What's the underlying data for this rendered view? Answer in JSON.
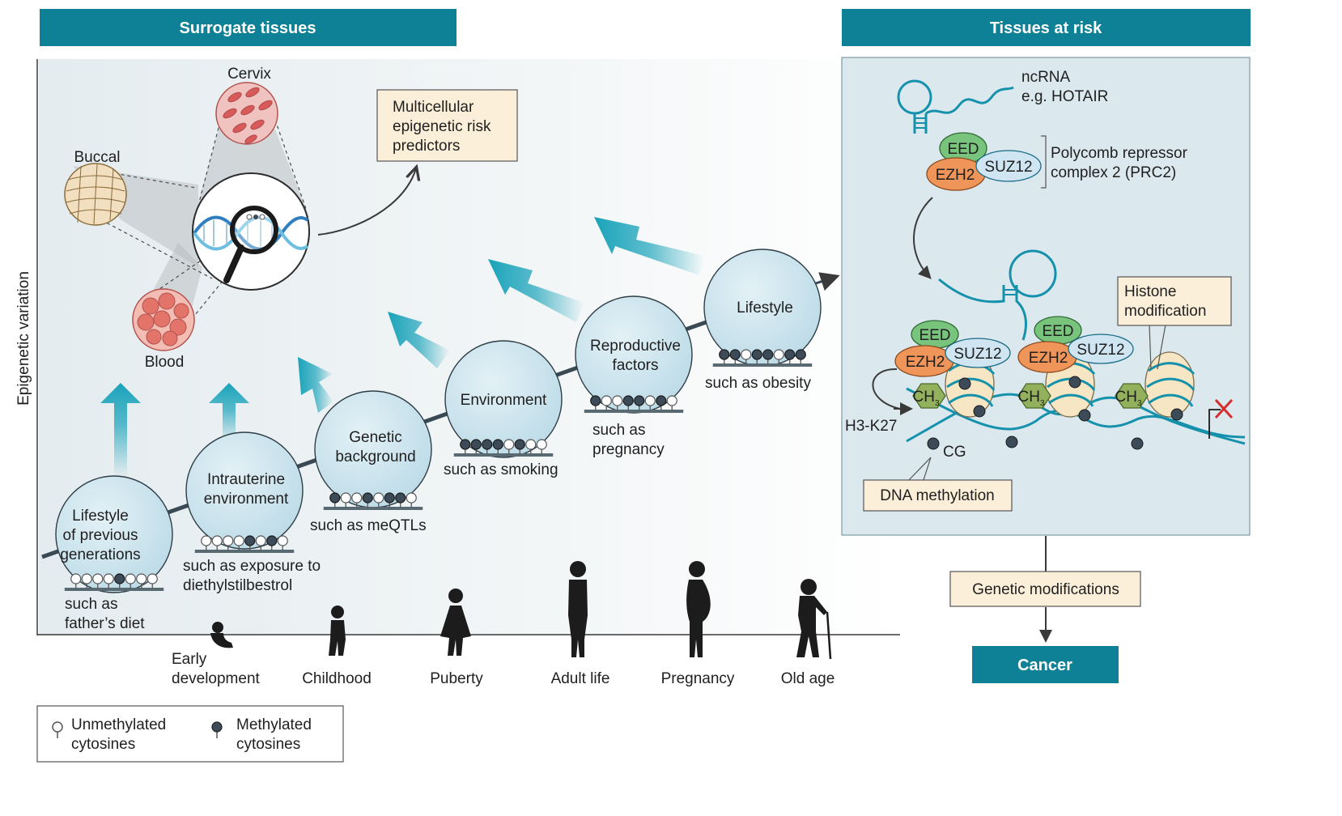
{
  "headers": {
    "surrogate": "Surrogate tissues",
    "at_risk": "Tissues at risk"
  },
  "y_axis_label": "Epigenetic variation",
  "tissues": {
    "cervix": "Cervix",
    "buccal": "Buccal",
    "blood": "Blood"
  },
  "predictors_box": [
    "Multicellular",
    "epigenetic risk",
    "predictors"
  ],
  "factors": [
    {
      "label": [
        "Lifestyle",
        "of previous",
        "generations"
      ],
      "example": [
        "such as",
        "father’s diet"
      ],
      "pattern": [
        0,
        0,
        0,
        0,
        1,
        0,
        0,
        0
      ]
    },
    {
      "label": [
        "Intrauterine",
        "environment"
      ],
      "example": [
        "such as exposure to",
        "diethylstilbestrol"
      ],
      "pattern": [
        0,
        0,
        0,
        0,
        1,
        0,
        1,
        0
      ]
    },
    {
      "label": [
        "Genetic",
        "background"
      ],
      "example": [
        "such as meQTLs"
      ],
      "pattern": [
        1,
        0,
        0,
        1,
        0,
        1,
        1,
        0
      ]
    },
    {
      "label": [
        "Environment"
      ],
      "example": [
        "such as smoking"
      ],
      "pattern": [
        1,
        1,
        1,
        1,
        0,
        1,
        0,
        0
      ]
    },
    {
      "label": [
        "Reproductive",
        "factors"
      ],
      "example": [
        "such as",
        "pregnancy"
      ],
      "pattern": [
        1,
        0,
        0,
        1,
        1,
        0,
        1,
        0
      ]
    },
    {
      "label": [
        "Lifestyle"
      ],
      "example": [
        "such as obesity"
      ],
      "pattern": [
        1,
        1,
        0,
        1,
        1,
        0,
        1,
        1
      ]
    }
  ],
  "life_stages": [
    {
      "label": [
        "Early",
        "development"
      ]
    },
    {
      "label": [
        "Childhood"
      ]
    },
    {
      "label": [
        "Puberty"
      ]
    },
    {
      "label": [
        "Adult life"
      ]
    },
    {
      "label": [
        "Pregnancy"
      ]
    },
    {
      "label": [
        "Old age"
      ]
    }
  ],
  "legend": {
    "unmethylated": [
      "Unmethylated",
      "cytosines"
    ],
    "methylated": [
      "Methylated",
      "cytosines"
    ]
  },
  "mechanism": {
    "ncrna": [
      "ncRNA",
      "e.g. HOTAIR"
    ],
    "eed": "EED",
    "ezh2": "EZH2",
    "suz12": "SUZ12",
    "prc2": [
      "Polycomb repressor",
      "complex 2 (PRC2)"
    ],
    "ch3": "CH",
    "ch3_sub": "3",
    "h3k27": "H3-K27",
    "cg": "CG",
    "dna_methylation": "DNA methylation",
    "histone_modification": [
      "Histone",
      "modification"
    ]
  },
  "genetic_modifications": "Genetic modifications",
  "cancer": "Cancer",
  "colors": {
    "header": "#0f8196",
    "bubble": "#cfe6ef",
    "arrow": "#1aa3ba",
    "eed": "#79c47d",
    "ezh2": "#f0955a",
    "suz12": "#cfe6f2",
    "nucleosome": "#f6e6c3",
    "methyl": "#3c4b57",
    "box_fill": "#fcefd9",
    "panel": "#dbe9ef"
  }
}
